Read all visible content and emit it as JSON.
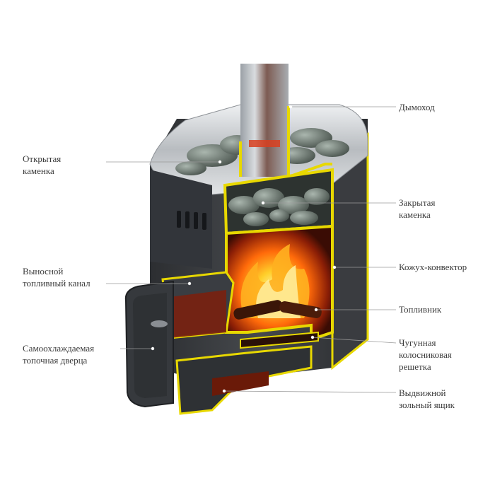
{
  "labels": {
    "chimney": "Дымоход",
    "open_heater": "Открытая\nкаменка",
    "closed_heater": "Закрытая\nкаменка",
    "convector_casing": "Кожух-конвектор",
    "remote_fuel_channel": "Выносной\nтопливный канал",
    "firebox": "Топливник",
    "cast_iron_grate": "Чугунная\nколосниковая\nрешетка",
    "self_cooling_door": "Самоохлаждаемая\nтопочная дверца",
    "ash_drawer": "Выдвижной\nзольный ящик"
  },
  "colors": {
    "outline": "#e8d800",
    "steel": "#3b3d40",
    "steel_dark": "#26282b",
    "chrome": "#c9cccf",
    "stone": "#6f7a74",
    "fire_core": "#ffd23a",
    "fire_mid": "#ff7a10",
    "firebox_wall": "#6a1a08",
    "leader": "#9a9a9a"
  }
}
